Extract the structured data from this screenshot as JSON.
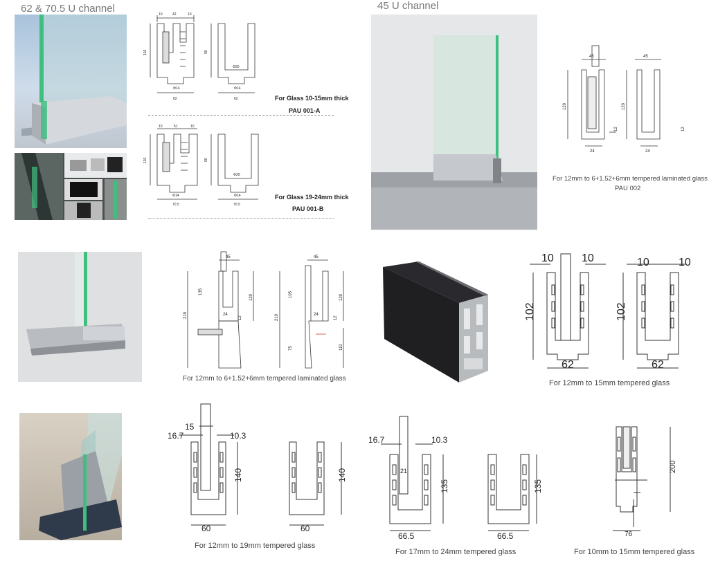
{
  "sections": {
    "u62": {
      "title": "62 & 70.5  U channel"
    },
    "u45": {
      "title": "45 U channel"
    }
  },
  "pau001a": {
    "caption": "For Glass 10-15mm thick",
    "code": "PAU 001-A",
    "dims": {
      "w10": "10",
      "w42": "42",
      "h102": "102",
      "h90": "90",
      "d14": "Φ14",
      "d20": "Φ20",
      "b62": "62"
    }
  },
  "pau001b": {
    "caption": "For Glass 19-24mm thick",
    "code": "PAU 001-B",
    "dims": {
      "w10": "10",
      "w51": "51",
      "h102": "102",
      "h90": "90",
      "d14": "Φ14",
      "d20": "Φ20",
      "b705": "70.5"
    }
  },
  "pau002": {
    "caption": "For 12mm to 6+1.52+6mm tempered laminated glass",
    "code": "PAU 002",
    "dims": {
      "w45": "45",
      "h120": "120",
      "s12": "12",
      "b24": "24"
    }
  },
  "mid45": {
    "caption": "For 12mm to 6+1.52+6mm tempered laminated glass",
    "dims": {
      "w45": "45",
      "h219": "219",
      "h135": "135",
      "h120": "120",
      "s12": "12",
      "b24": "24",
      "h210": "210",
      "h105": "105",
      "h75": "75",
      "h110": "110"
    }
  },
  "ch62": {
    "caption": "For 12mm to 15mm tempered glass",
    "dims": {
      "w10": "10",
      "h102": "102",
      "b62": "62"
    }
  },
  "ch60": {
    "caption": "For 12mm to 19mm tempered glass",
    "dims": {
      "w15": "15",
      "w167": "16.7",
      "w103": "10.3",
      "h140": "140",
      "b60": "60"
    }
  },
  "ch665": {
    "caption": "For 17mm to 24mm tempered glass",
    "dims": {
      "w167": "16.7",
      "w103": "10.3",
      "h135": "135",
      "b665": "66.5",
      "t21": "21"
    }
  },
  "ch76": {
    "caption": "For 10mm to 15mm tempered glass",
    "dims": {
      "h200": "200",
      "b76": "76"
    }
  },
  "colors": {
    "glass_edge": "#3fbf7f",
    "aluminium": "#c9ccd0",
    "black_channel": "#1f1f22",
    "line": "#333333"
  }
}
